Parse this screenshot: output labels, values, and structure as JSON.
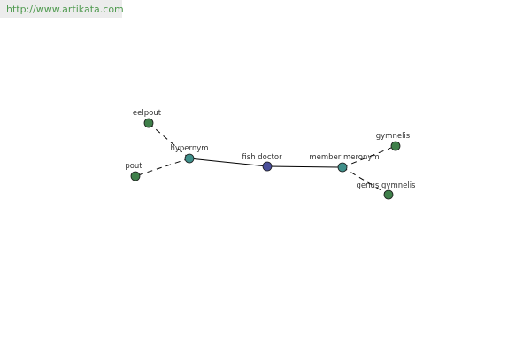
{
  "header": {
    "site_link": "http://www.artikata.com"
  },
  "graph": {
    "nodes": [
      {
        "id": "center",
        "label": "fish doctor",
        "role": "center",
        "color": "#4a4f9a"
      },
      {
        "id": "hypernym",
        "label": "hypernym",
        "role": "relation",
        "color": "#3f8f8a"
      },
      {
        "id": "member-meronym",
        "label": "member meronym",
        "role": "relation",
        "color": "#3f8f8a"
      },
      {
        "id": "eelpout",
        "label": "eelpout",
        "role": "leaf",
        "color": "#3f7f4a"
      },
      {
        "id": "pout",
        "label": "pout",
        "role": "leaf",
        "color": "#3f7f4a"
      },
      {
        "id": "gymnelis",
        "label": "gymnelis",
        "role": "leaf",
        "color": "#3f7f4a"
      },
      {
        "id": "genus-gymnelis",
        "label": "genus gymnelis",
        "role": "leaf",
        "color": "#3f7f4a"
      }
    ],
    "edges": [
      {
        "from": "center",
        "to": "hypernym",
        "style": "solid"
      },
      {
        "from": "center",
        "to": "member-meronym",
        "style": "solid"
      },
      {
        "from": "hypernym",
        "to": "eelpout",
        "style": "dashed"
      },
      {
        "from": "hypernym",
        "to": "pout",
        "style": "dashed"
      },
      {
        "from": "member-meronym",
        "to": "gymnelis",
        "style": "dashed"
      },
      {
        "from": "member-meronym",
        "to": "genus-gymnelis",
        "style": "dashed"
      }
    ]
  }
}
